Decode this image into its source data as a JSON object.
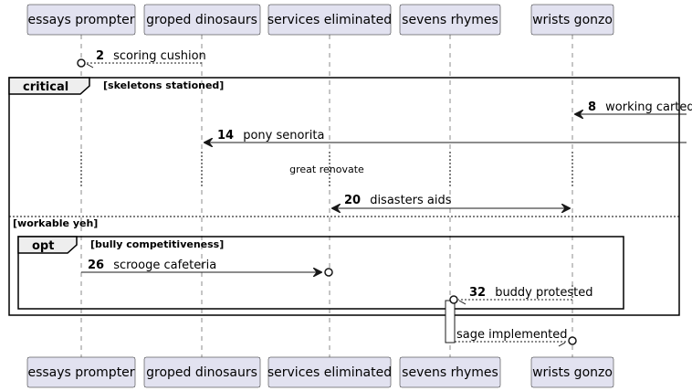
{
  "participants": [
    {
      "id": "essays",
      "label": "essays prompter"
    },
    {
      "id": "groped",
      "label": "groped dinosaurs"
    },
    {
      "id": "services",
      "label": "services eliminated"
    },
    {
      "id": "sevens",
      "label": "sevens rhymes"
    },
    {
      "id": "wrists",
      "label": "wrists gonzo"
    }
  ],
  "fragments": {
    "critical": {
      "title": "critical",
      "guard": "[skeletons stationed]",
      "else_guard": "[workable yeh]"
    },
    "opt": {
      "title": "opt",
      "guard": "[bully competitiveness]"
    }
  },
  "messages": [
    {
      "num": "2",
      "text": "scoring cushion"
    },
    {
      "num": "8",
      "text": "working carted"
    },
    {
      "num": "14",
      "text": "pony senorita"
    },
    {
      "num": "20",
      "text": "disasters aids"
    },
    {
      "num": "26",
      "text": "scrooge cafeteria"
    },
    {
      "num": "32",
      "text": "buddy protested"
    },
    {
      "num": "",
      "text": "sage implemented"
    }
  ],
  "delay_note": "great renovate"
}
